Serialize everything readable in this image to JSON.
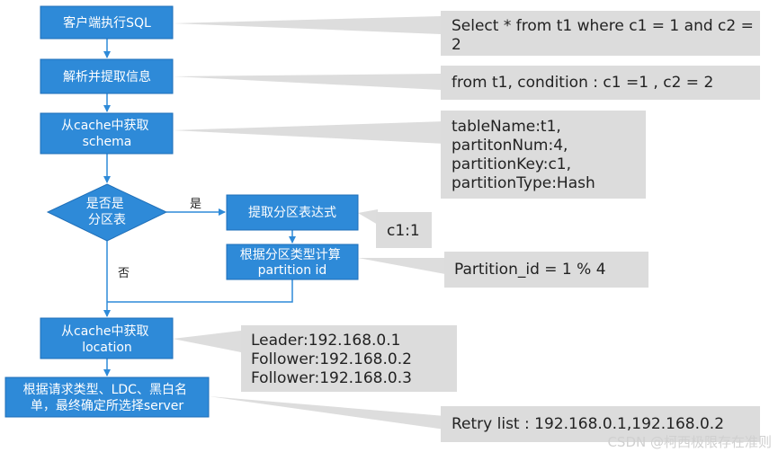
{
  "colors": {
    "node_fill": "#2e8ad8",
    "node_stroke": "#1f6fb8",
    "note_fill": "#dcdcdc",
    "arrow": "#2e8ad8",
    "connector": "#c8c8c8",
    "text_dark": "#222222",
    "watermark": "#cfcfcf"
  },
  "nodes": {
    "execute_sql": {
      "lines": [
        "客户端执行SQL"
      ]
    },
    "parse_extract": {
      "lines": [
        "解析并提取信息"
      ]
    },
    "get_schema": {
      "lines": [
        "从cache中获取",
        "schema"
      ]
    },
    "is_partitioned": {
      "lines": [
        "是否是",
        "分区表"
      ]
    },
    "extract_partition_expr": {
      "lines": [
        "提取分区表达式"
      ]
    },
    "compute_partition": {
      "lines": [
        "根据分区类型计算",
        "partition id"
      ]
    },
    "get_location": {
      "lines": [
        "从cache中获取",
        "location"
      ]
    },
    "choose_server": {
      "lines": [
        "根据请求类型、LDC、黑白名",
        "单，最终确定所选择server"
      ]
    }
  },
  "edge_labels": {
    "yes": "是",
    "no": "否"
  },
  "notes": {
    "sql_statement": {
      "lines": [
        "Select * from t1 where c1 = 1 and c2 =",
        "2"
      ]
    },
    "parsed_condition": {
      "lines": [
        "from t1, condition : c1 =1 , c2 = 2"
      ]
    },
    "schema_info": {
      "lines": [
        "tableName:t1,",
        "partitonNum:4,",
        "partitionKey:c1,",
        "partitionType:Hash"
      ]
    },
    "partition_expr": {
      "lines": [
        "c1:1"
      ]
    },
    "partition_id": {
      "lines": [
        "Partition_id = 1 % 4"
      ]
    },
    "location_info": {
      "lines": [
        "Leader:192.168.0.1",
        "Follower:192.168.0.2",
        "Follower:192.168.0.3"
      ]
    },
    "retry_list": {
      "lines": [
        "Retry list : 192.168.0.1,192.168.0.2"
      ]
    }
  },
  "watermark": "CSDN @柯西极限存在准则"
}
